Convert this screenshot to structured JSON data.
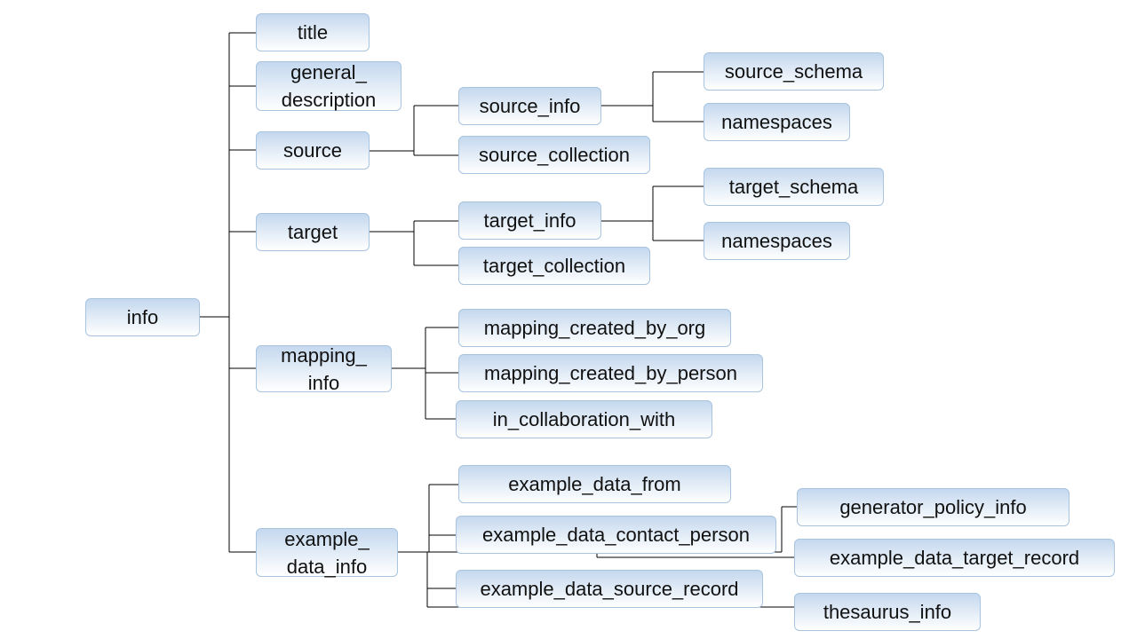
{
  "diagram": {
    "root": {
      "label": "info"
    },
    "level1": {
      "title": "title",
      "general_description": [
        "general_",
        "description"
      ],
      "source": "source",
      "target": "target",
      "mapping_info": [
        "mapping_",
        "info"
      ],
      "example_data_info": [
        "example_",
        "data_info"
      ]
    },
    "source_children": {
      "source_info": "source_info",
      "source_collection": "source_collection"
    },
    "source_info_children": {
      "source_schema": "source_schema",
      "namespaces": "namespaces"
    },
    "target_children": {
      "target_info": "target_info",
      "target_collection": "target_collection"
    },
    "target_info_children": {
      "target_schema": "target_schema",
      "namespaces": "namespaces"
    },
    "mapping_info_children": {
      "mapping_created_by_org": "mapping_created_by_org",
      "mapping_created_by_person": "mapping_created_by_person",
      "in_collaboration_with": "in_collaboration_with"
    },
    "example_data_info_children": {
      "example_data_from": "example_data_from",
      "example_data_contact_person": "example_data_contact_person",
      "example_data_source_record": "example_data_source_record",
      "generator_policy_info": "generator_policy_info",
      "example_data_target_record": "example_data_target_record",
      "thesaurus_info": "thesaurus_info"
    }
  }
}
